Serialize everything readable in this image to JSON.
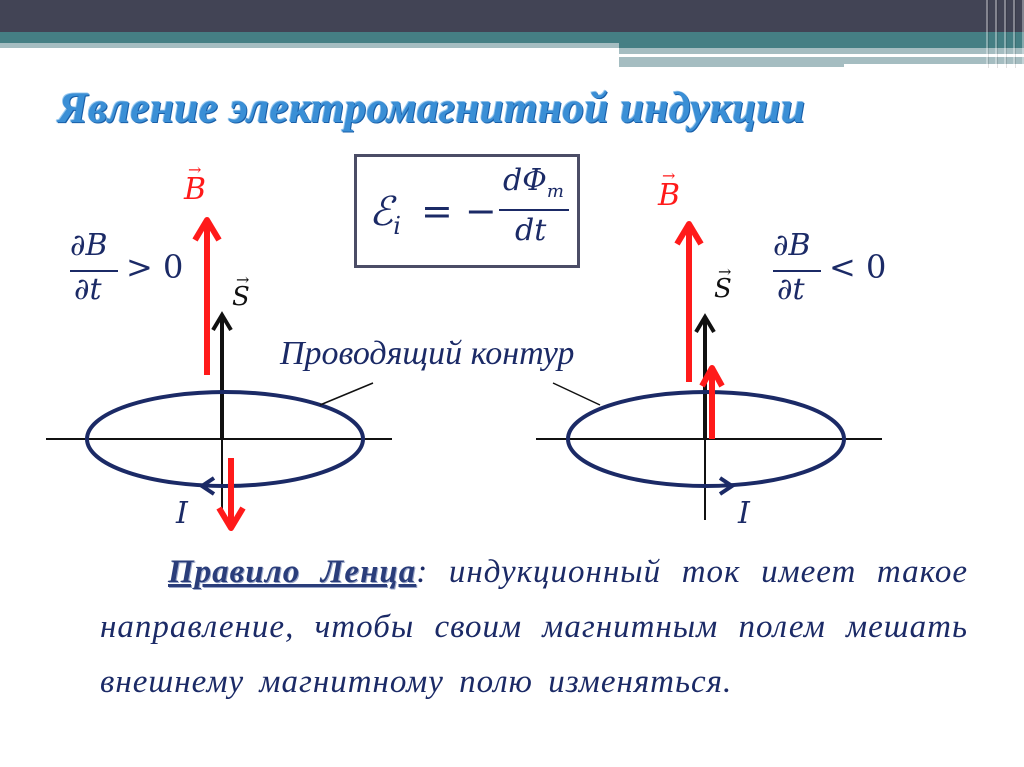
{
  "slide": {
    "title": "Явление электромагнитной индукции",
    "colors": {
      "header_dark": "#424455",
      "header_teal": "#457f84",
      "header_light": "#a5bdc1",
      "title_blue": "#3a8fd6",
      "text_navy": "#1b2a66",
      "field_red": "#ff1a1a",
      "vector_black": "#111111"
    }
  },
  "formula": {
    "lhs": "ℰ",
    "lhs_sub": "i",
    "eq": "= −",
    "numerator": "dΦ",
    "numerator_sub": "m",
    "denominator": "dt"
  },
  "left_diagram": {
    "derivative_num": "∂B",
    "derivative_den": "∂t",
    "relation": "> 0",
    "b_vector": "B",
    "s_vector": "S",
    "vector_arrow": "→",
    "current_label": "I",
    "current_direction": "clockwise (arrow pointing left on front)",
    "induced_field": "down"
  },
  "right_diagram": {
    "derivative_num": "∂B",
    "derivative_den": "∂t",
    "relation": "< 0",
    "b_vector": "B",
    "s_vector": "S",
    "vector_arrow": "→",
    "current_label": "I",
    "current_direction": "counter-clockwise (arrow pointing right on front)",
    "induced_field": "up"
  },
  "contour_label": "Проводящий контур",
  "lenz_rule": {
    "term": "Правило Ленца",
    "colon": ":",
    "text": " индукционный ток имеет такое направление, чтобы своим магнитным полем мешать внешнему магнитному полю изменяться."
  }
}
